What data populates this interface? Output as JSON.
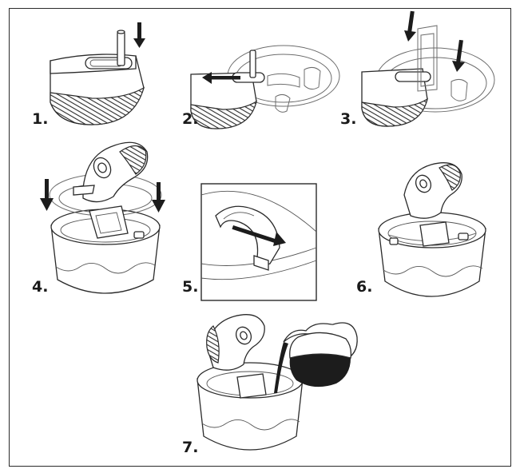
{
  "steps": [
    {
      "id": 1,
      "label": "1."
    },
    {
      "id": 2,
      "label": "2."
    },
    {
      "id": 3,
      "label": "3."
    },
    {
      "id": 4,
      "label": "4."
    },
    {
      "id": 5,
      "label": "5."
    },
    {
      "id": 6,
      "label": "6."
    },
    {
      "id": 7,
      "label": "7."
    }
  ],
  "colors": {
    "line": "#2a2a2a",
    "arrow": "#1c1c1c",
    "liquid": "#1c1c1c",
    "background": "#ffffff"
  }
}
